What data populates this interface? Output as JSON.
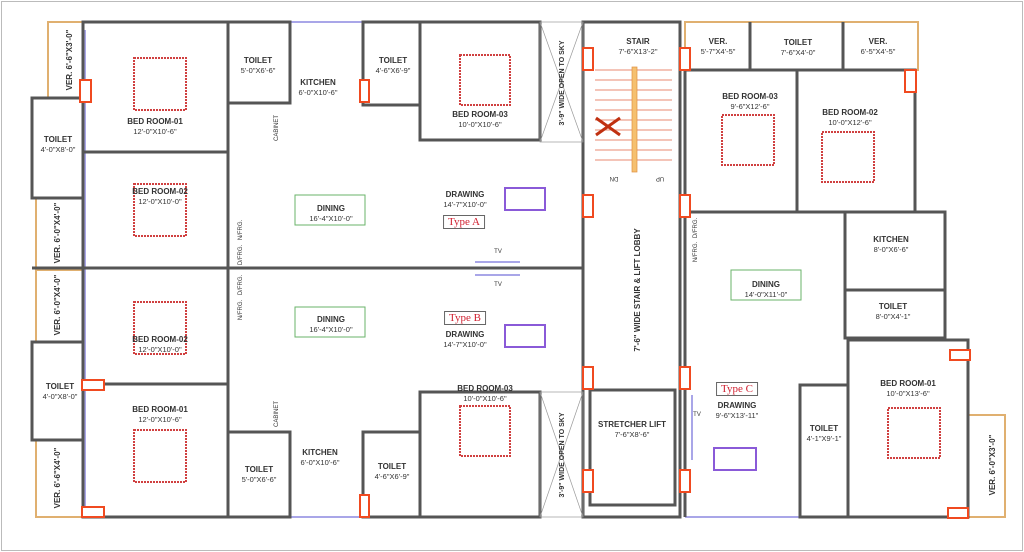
{
  "type_a": {
    "type": "Type A",
    "bedroom01": {
      "name": "BED ROOM-01",
      "dim": "12'-0\"X10'-6\""
    },
    "bedroom02": {
      "name": "BED ROOM-02",
      "dim": "12'-0\"X10'-0\""
    },
    "bedroom03": {
      "name": "BED ROOM-03",
      "dim": "10'-0\"X10'-6\""
    },
    "toilet1": {
      "name": "TOILET",
      "dim": "4'-0\"X8'-0\""
    },
    "toilet2": {
      "name": "TOILET",
      "dim": "5'-0\"X6'-6\""
    },
    "toilet3": {
      "name": "TOILET",
      "dim": "4'-6\"X6'-9\""
    },
    "kitchen": {
      "name": "KITCHEN",
      "dim": "6'-0\"X10'-6\""
    },
    "dining": {
      "name": "DINING",
      "dim": "16'-4\"X10'-0\""
    },
    "drawing": {
      "name": "DRAWING",
      "dim": "14'-7\"X10'-0\""
    },
    "ver1": "VER. 6'-6\"X3'-0\"",
    "ver2": "VER. 6'-0\"X4'-0\"",
    "cabinet": "CABINET",
    "nfrg": "N/FRG.",
    "dfrg": "D/FRG.",
    "tv": "TV"
  },
  "type_b": {
    "type": "Type B",
    "bedroom01": {
      "name": "BED ROOM-01",
      "dim": "12'-0\"X10'-6\""
    },
    "bedroom02": {
      "name": "BED ROOM-02",
      "dim": "12'-0\"X10'-0\""
    },
    "bedroom03": {
      "name": "BED ROOM-03",
      "dim": "10'-0\"X10'-6\""
    },
    "toilet1": {
      "name": "TOILET",
      "dim": "4'-0\"X8'-0\""
    },
    "toilet2": {
      "name": "TOILET",
      "dim": "5'-0\"X6'-6\""
    },
    "toilet3": {
      "name": "TOILET",
      "dim": "4'-6\"X6'-9\""
    },
    "kitchen": {
      "name": "KITCHEN",
      "dim": "6'-0\"X10'-6\""
    },
    "dining": {
      "name": "DINING",
      "dim": "16'-4\"X10'-0\""
    },
    "drawing": {
      "name": "DRAWING",
      "dim": "14'-7\"X10'-0\""
    },
    "ver1": "VER. 6'-0\"X4'-0\"",
    "ver2": "VER. 6'-6\"X4'-0\"",
    "cabinet": "CABINET",
    "nfrg": "N/FRG.",
    "dfrg": "D/FRG.",
    "tv": "TV"
  },
  "core": {
    "open_sky": "3'-9\" WIDE OPEN TO SKY",
    "stair": {
      "name": "STAIR",
      "dim": "7'-6\"X13'-2\""
    },
    "dn": "DN",
    "up": "UP",
    "lobby": "7'-6\" WIDE STAIR & LIFT LOBBY",
    "lift": {
      "name": "STRETCHER LIFT",
      "dim": "7'-6\"X8'-6\""
    }
  },
  "type_c": {
    "type": "Type C",
    "ver1": {
      "name": "VER.",
      "dim": "5'-7\"X4'-5\""
    },
    "toilet_top": {
      "name": "TOILET",
      "dim": "7'-6\"X4'-0\""
    },
    "ver2": {
      "name": "VER.",
      "dim": "6'-5\"X4'-5\""
    },
    "bedroom03": {
      "name": "BED ROOM-03",
      "dim": "9'-6\"X12'-6\""
    },
    "bedroom02": {
      "name": "BED ROOM-02",
      "dim": "10'-0\"X12'-6\""
    },
    "dining": {
      "name": "DINING",
      "dim": "14'-0\"X11'-0\""
    },
    "kitchen": {
      "name": "KITCHEN",
      "dim": "8'-0\"X6'-6\""
    },
    "toilet_mid": {
      "name": "TOILET",
      "dim": "8'-0\"X4'-1\""
    },
    "drawing": {
      "name": "DRAWING",
      "dim": "9'-6\"X13'-11\""
    },
    "toilet_bot": {
      "name": "TOILET",
      "dim": "4'-1\"X9'-1\""
    },
    "bedroom01": {
      "name": "BED ROOM-01",
      "dim": "10'-0\"X13'-6\""
    },
    "ver3": "VER. 6'-0\"X3'-0\"",
    "nfrg": "N/FRG.",
    "dfrg": "D/FRG.",
    "tv": "TV"
  },
  "colors": {
    "wall": "#555555",
    "column": "#f04a20",
    "window": "#a9a6e8",
    "ver": "#e0b070",
    "type_label": "#d02030",
    "bed_rug": "#d04040",
    "dining": "#6ab36a",
    "kitchen": "#8a5ad8"
  }
}
